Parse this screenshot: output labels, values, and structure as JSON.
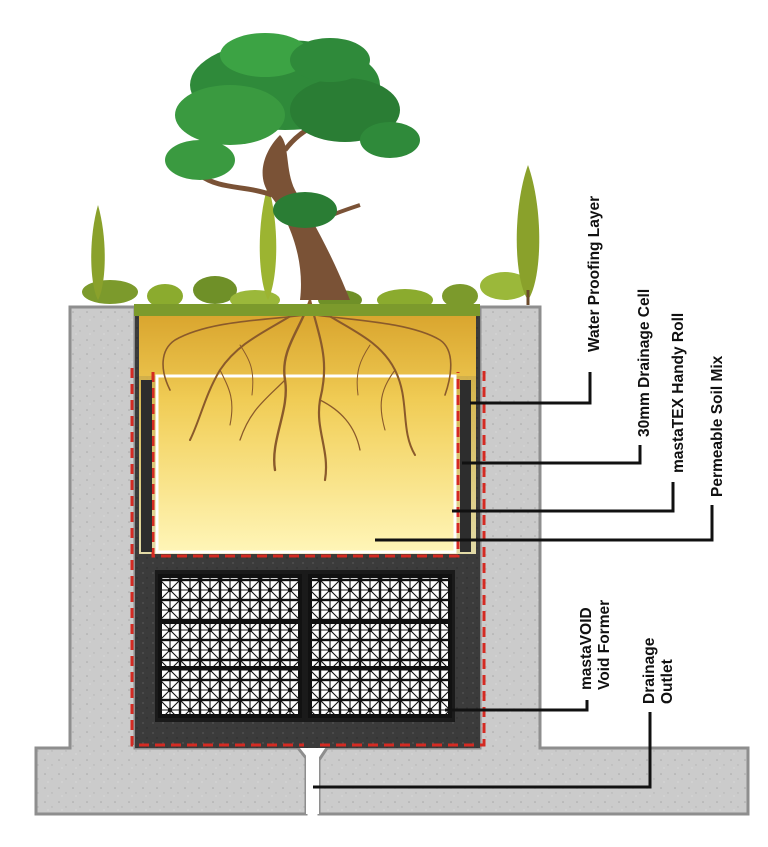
{
  "labels": {
    "water_proofing_layer": "Water Proofing Layer",
    "drainage_cell_30mm": "30mm Drainage Cell",
    "mastatex_handy_roll": "mastaTEX Handy Roll",
    "permeable_soil_mix": "Permeable Soil Mix",
    "mastavoid_line1": "mastaVOID",
    "mastavoid_line2": "Void Former",
    "drainage_outlet_line1": "Drainage",
    "drainage_outlet_line2": "Outlet"
  },
  "colors": {
    "concrete": "#c9c9c9",
    "concrete_edge": "#8e8e8e",
    "soil_light": "#fdf1a8",
    "soil_dark": "#e2b23a",
    "membrane_dark": "#3d3d3d",
    "dashed_red": "#d42a22",
    "grid_black": "#111111",
    "tree_green": "#2f8a3a",
    "trunk_brown": "#7a5236",
    "root_brown": "#8a5a2b",
    "leader_black": "#111111"
  }
}
